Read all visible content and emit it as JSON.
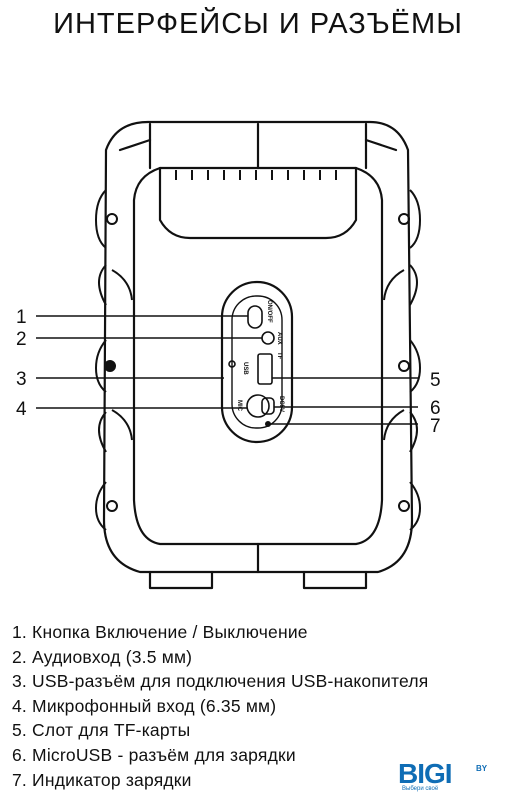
{
  "title": "ИНТЕРФЕЙСЫ И РАЗЪЁМЫ",
  "callouts": [
    "1",
    "2",
    "3",
    "4",
    "5",
    "6",
    "7"
  ],
  "panel_labels": {
    "on_off": "ON/OFF",
    "aux": "AUX",
    "tf": "TF",
    "usb": "USB",
    "mic": "MIC",
    "dc5v": "DC5V"
  },
  "legend": [
    "1. Кнопка Включение / Выключение",
    "2. Аудиовход (3.5 мм)",
    "3. USB-разъём для подключения USB-накопителя",
    "4. Микрофонный вход (6.35 мм)",
    "5. Слот для TF-карты",
    "6. MicroUSB - разъём для зарядки",
    "7. Индикатор зарядки"
  ],
  "logo": {
    "text": "BIGI",
    "suffix": "BY",
    "tagline": "Выбери своё"
  },
  "colors": {
    "line": "#111111",
    "logo": "#0f6db5"
  }
}
